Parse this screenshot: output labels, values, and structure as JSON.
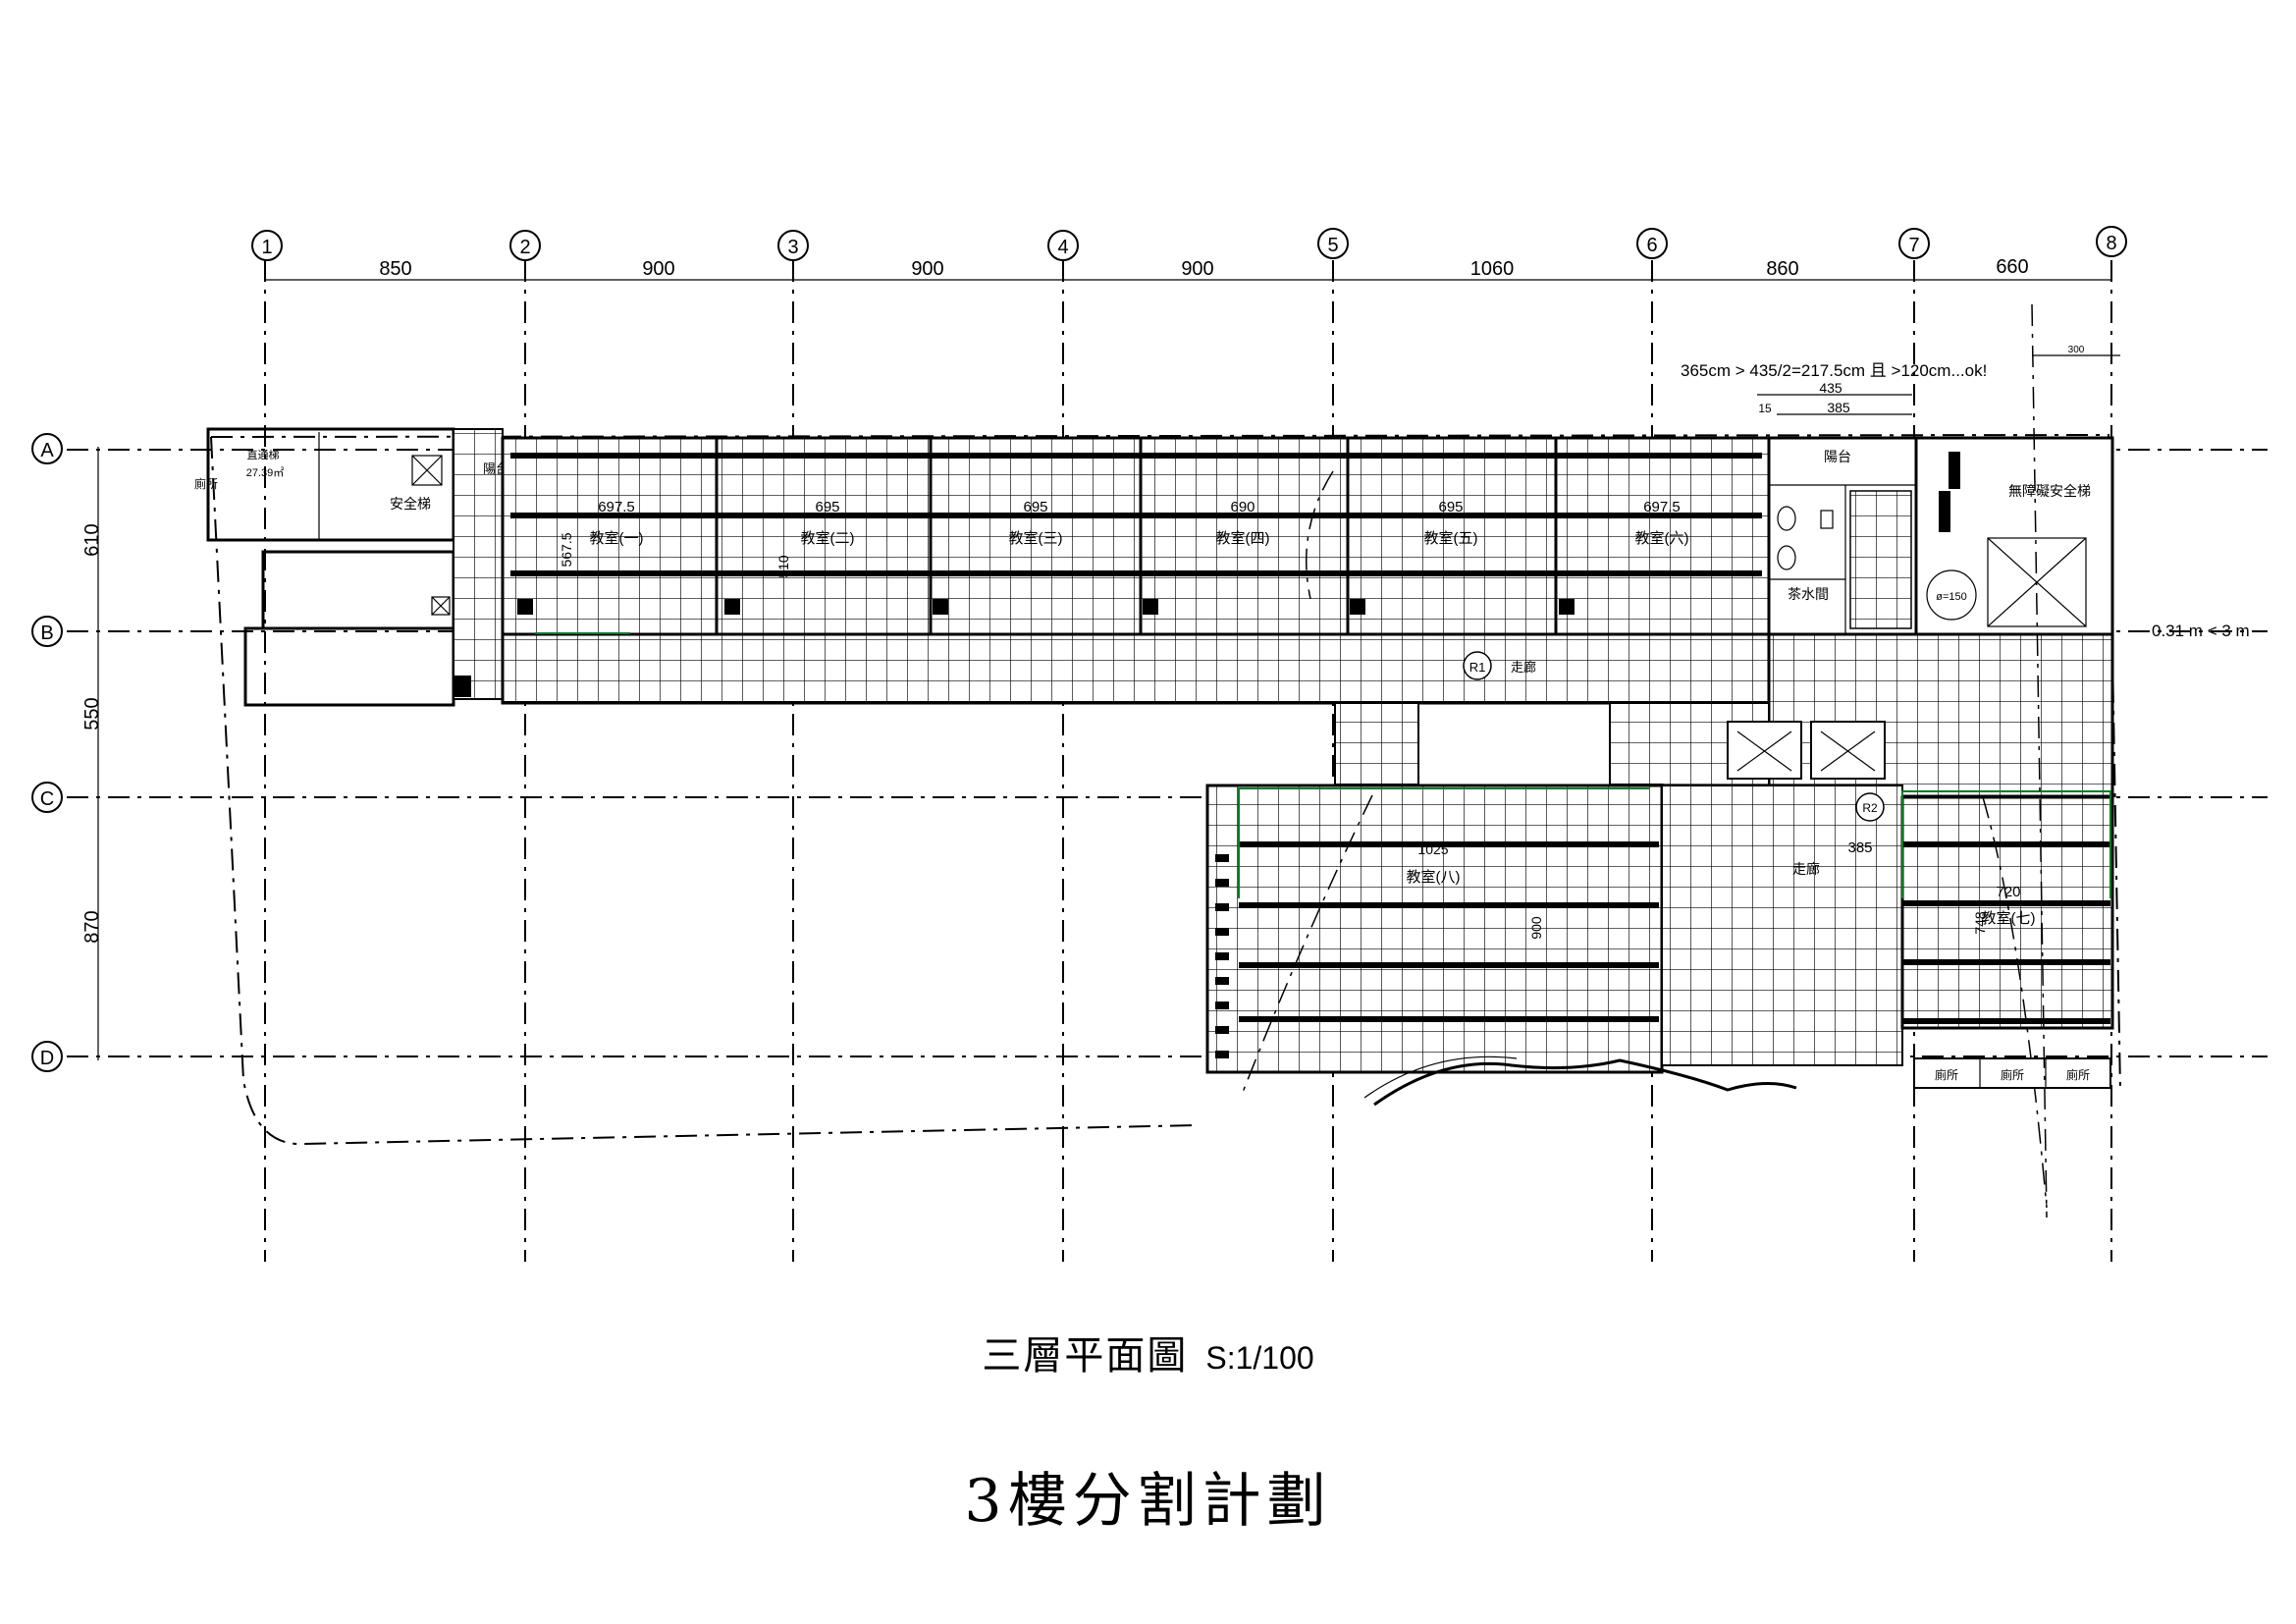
{
  "title": "三層平面圖",
  "scale": "S:1/100",
  "subtitle": "3樓分割計劃",
  "grid": {
    "columns": [
      "1",
      "2",
      "3",
      "4",
      "5",
      "6",
      "7",
      "8"
    ],
    "column_spacings": [
      "850",
      "900",
      "900",
      "900",
      "1060",
      "860",
      "660"
    ],
    "rows": [
      "A",
      "B",
      "C",
      "D"
    ],
    "row_spacings": [
      "610",
      "550",
      "870"
    ]
  },
  "notes": {
    "egress_check": "365cm > 435/2=217.5cm 且 >120cm...ok!",
    "dim_435": "435",
    "dim_385": "385",
    "dim_15": "15",
    "dim_300": "300",
    "slope_note": "0.31 m < 3 m"
  },
  "rooms": {
    "stair_left": "直通梯",
    "stair_left_area": "27.39㎡",
    "toilet_left": "廁所",
    "safety_stair": "安全梯",
    "balcony_left": "陽台",
    "balcony_right": "陽台",
    "tea_room": "茶水間",
    "accessible_stair": "無障礙安全梯",
    "corridor": "走廊",
    "classroom_1": "教室(一)",
    "classroom_2": "教室(二)",
    "classroom_3": "教室(三)",
    "classroom_4": "教室(四)",
    "classroom_5": "教室(五)",
    "classroom_6": "教室(六)",
    "classroom_7": "教室(七)",
    "classroom_8": "教室(八)",
    "toilet_1": "廁所",
    "toilet_2": "廁所",
    "toilet_3": "廁所",
    "diameter": "ø=150",
    "corridor_marker": "R1",
    "lobby_marker": "R2"
  },
  "room_dims": {
    "c1": "697.5",
    "c2": "695",
    "c3": "695",
    "c4": "690",
    "c5": "695",
    "c6": "697.5",
    "c7": "720",
    "c8": "1025",
    "depth_567": "567.5",
    "depth_900": "900",
    "depth_510": "510",
    "depth_748": "748",
    "lobby_385": "385"
  }
}
